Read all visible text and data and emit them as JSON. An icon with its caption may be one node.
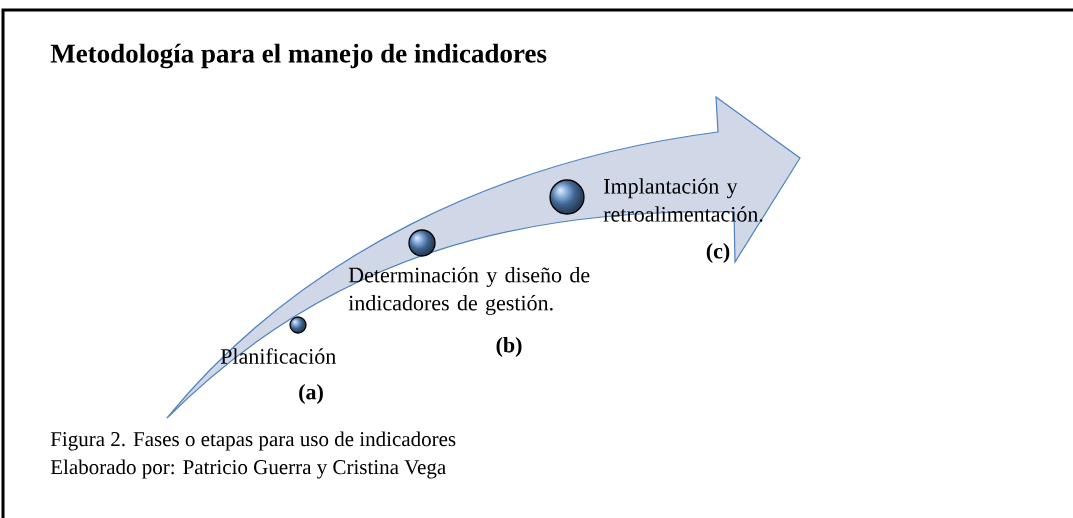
{
  "diagram": {
    "title": "Metodología para el manejo de indicadores",
    "caption": "Figura 2. Fases o etapas para uso de indicadores",
    "nodes": [
      {
        "text": [],
        "shape": "circle",
        "beside": [
          "Planificación",
          "(a)"
        ]
      },
      {
        "text": [],
        "shape": "circle",
        "beside": [
          "Determinación y diseño de indicadores de gestión.",
          "(b)"
        ]
      },
      {
        "text": [],
        "shape": "circle",
        "beside": [
          "Implantación y retroalimentación.",
          "(c)"
        ]
      }
    ],
    "labels": [
      "Elaborado por: Patricio Guerra y Cristina Vega"
    ]
  }
}
